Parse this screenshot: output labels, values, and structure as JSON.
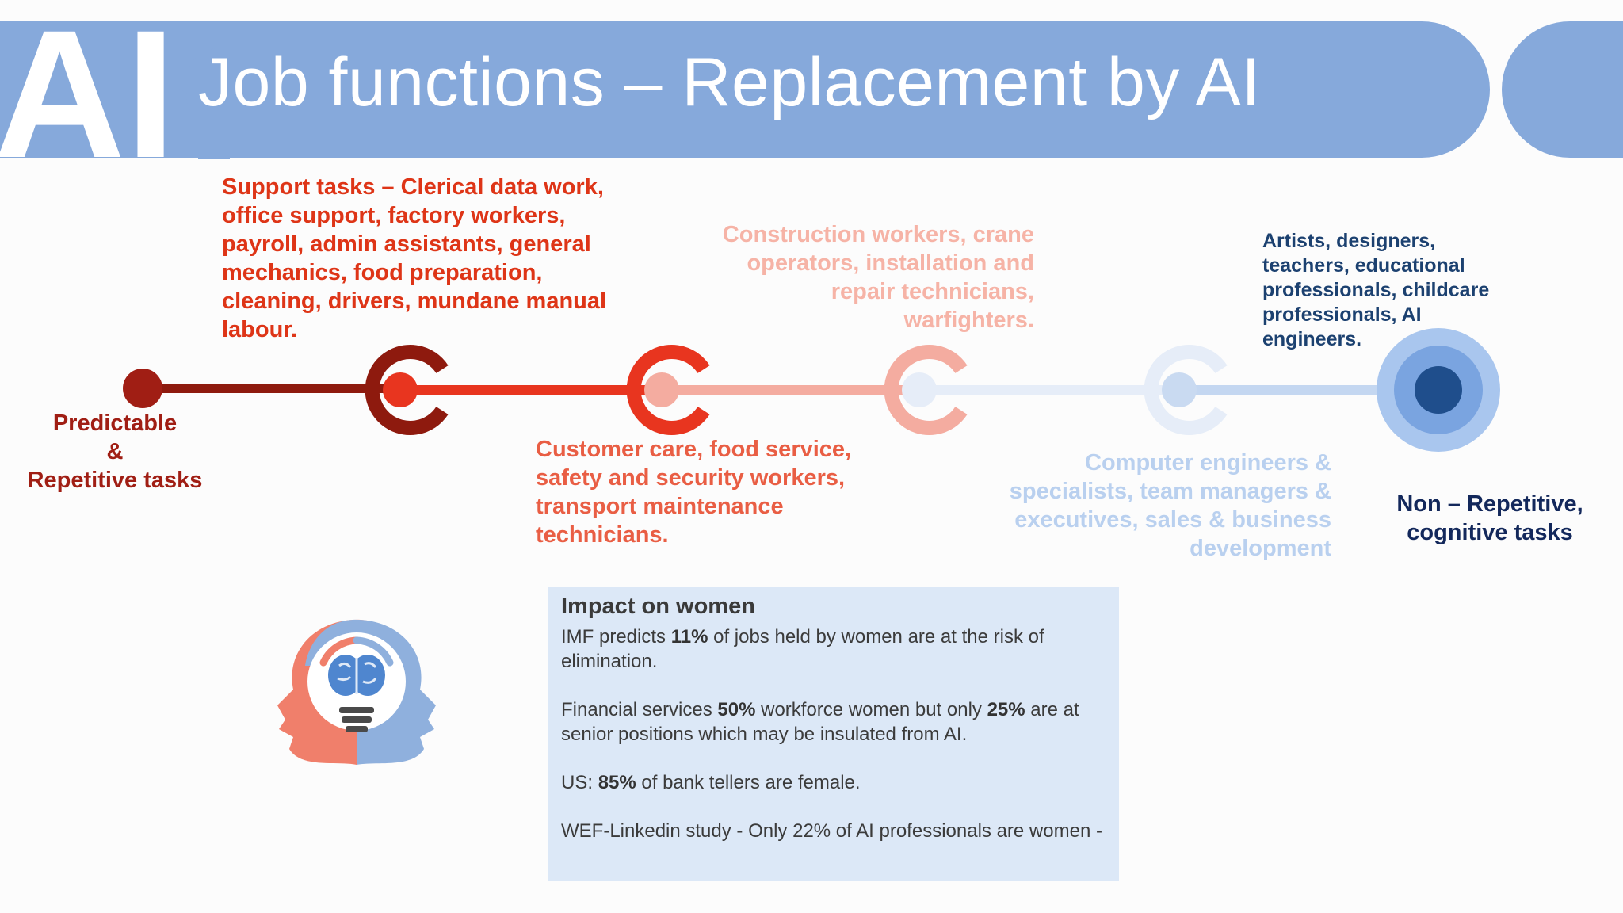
{
  "header": {
    "title": "Job functions – Replacement by AI",
    "logo_text": "AI"
  },
  "timeline": {
    "left_label_line1": "Predictable",
    "left_label_line2": "&",
    "left_label_line3": "Repetitive tasks",
    "right_label_line1": "Non – Repetitive,",
    "right_label_line2": "cognitive tasks",
    "groups": [
      {
        "text": "Support tasks – Clerical data work, office support, factory workers, payroll, admin assistants, general mechanics, food preparation, cleaning, drivers, mundane manual labour."
      },
      {
        "text": "Customer care, food service, safety and security workers, transport maintenance technicians."
      },
      {
        "text": "Construction workers, crane operators, installation and repair technicians, warfighters."
      },
      {
        "text": "Computer engineers & specialists, team managers & executives, sales & business development"
      },
      {
        "text": "Artists, designers, teachers, educational professionals, childcare professionals, AI engineers."
      }
    ],
    "colors": [
      "#a01e14",
      "#8e1a0e",
      "#e8351f",
      "#f4aca0",
      "#e6edf8",
      "#1f4e8c"
    ]
  },
  "impact": {
    "heading": "Impact on women",
    "p1_a": "IMF predicts ",
    "p1_b": "11%",
    "p1_c": " of jobs held by women are at the risk of elimination.",
    "p2_a": "Financial services ",
    "p2_b": "50%",
    "p2_c": " workforce women but only ",
    "p2_d": "25%",
    "p2_e": " are at senior positions which may be insulated from AI.",
    "p3_a": "US: ",
    "p3_b": "85%",
    "p3_c": " of  bank tellers are female.",
    "p4": "WEF-Linkedin study - Only 22% of AI professionals are women -"
  },
  "icons": {
    "head": "two-heads-lightbulb-brain-icon"
  }
}
